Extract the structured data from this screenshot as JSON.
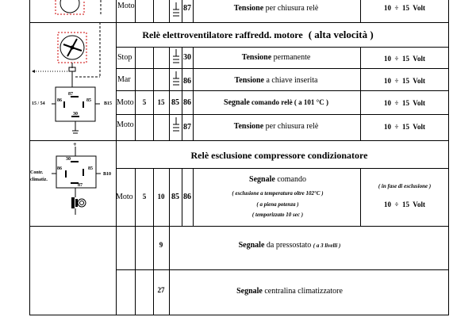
{
  "section_fan_high": {
    "title_main": "Relè elettroventilatore raffredd. motore",
    "title_speed": "( alta velocità )"
  },
  "section_compressor": {
    "title": "Relè esclusione compressore condizionatore"
  },
  "diagram_fan": {
    "pin_87": "87",
    "pin_85": "85",
    "pin_86": "86",
    "pin_30": "30",
    "feed_label": "15 / 54",
    "output_label": "B15"
  },
  "diagram_compressor": {
    "plus": "+",
    "pin_30": "30",
    "pin_86": "86",
    "pin_85": "85",
    "pin_87": "87",
    "input_label": "Contr. climatiz.",
    "output_label": "B10"
  },
  "rows": {
    "r0": {
      "state": "Moto",
      "pin": "87",
      "desc_bold": "Tensione",
      "desc_rest": " per chiusura relè",
      "value": "10  ÷  15  Volt"
    },
    "r1": {
      "state": "Stop",
      "pin": "30",
      "desc_bold": "Tensione",
      "desc_rest": " permanente",
      "value": "10  ÷  15  Volt"
    },
    "r2": {
      "state": "Mar",
      "pin": "86",
      "desc_bold": "Tensione",
      "desc_rest": " a chiave inserita",
      "value": "10  ÷  15  Volt"
    },
    "r3": {
      "state": "Moto",
      "col_a": "5",
      "col_b": "15",
      "pin_a": "85",
      "pin_b": "86",
      "desc_bold": "Segnale",
      "desc_rest": " comando relè  ( a 101 °C )",
      "value": "10  ÷  15  Volt"
    },
    "r4": {
      "state": "Moto",
      "pin": "87",
      "desc_bold": "Tensione",
      "desc_rest": " per chiusura relè",
      "value": "10  ÷  15  Volt"
    },
    "r5": {
      "state": "Moto",
      "col_a": "5",
      "col_b": "10",
      "pin_a": "85",
      "pin_b": "86",
      "desc_bold": "Segnale",
      "desc_rest": " comando",
      "sub1": "(  esclusione a temperatura oltre 102°C  )",
      "sub2": "( a piena potenza )",
      "sub3": "( temporizzato 10 sec )",
      "value_note": "( in fase di esclusione )",
      "value": "10  ÷  15  Volt"
    },
    "r6": {
      "col_b": "9",
      "desc_bold": "Segnale",
      "desc_rest": " da pressostato ",
      "desc_note": "( a 3 livelli )"
    },
    "r7": {
      "col_b": "27",
      "desc_bold": "Segnale",
      "desc_rest": " centralina climatizzatore"
    }
  }
}
